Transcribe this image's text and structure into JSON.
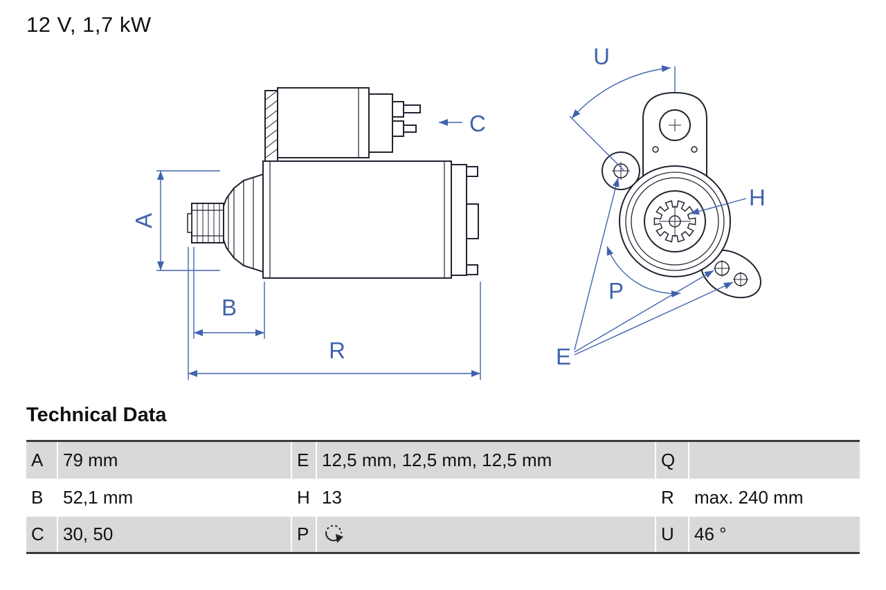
{
  "title": "12 V, 1,7 kW",
  "diagram": {
    "labels": {
      "a": "A",
      "b": "B",
      "c": "C",
      "r": "R",
      "u": "U",
      "h": "H",
      "p": "P",
      "e": "E"
    }
  },
  "table": {
    "heading": "Technical Data",
    "rows": [
      {
        "k1": "A",
        "v1": "79 mm",
        "k2": "E",
        "v2": "12,5 mm, 12,5 mm, 12,5 mm",
        "k3": "Q",
        "v3": ""
      },
      {
        "k1": "B",
        "v1": "52,1 mm",
        "k2": "H",
        "v2": "13",
        "k3": "R",
        "v3": "max. 240 mm"
      },
      {
        "k1": "C",
        "v1": "30, 50",
        "k2": "P",
        "v2": "",
        "k3": "U",
        "v3": "46 °"
      }
    ]
  },
  "icons": {
    "rotation_direction": "rotation-direction-icon"
  },
  "colors": {
    "dimension_blue": "#4063ae",
    "line_dark": "#20242f",
    "row_gray": "#d9d9d9"
  }
}
